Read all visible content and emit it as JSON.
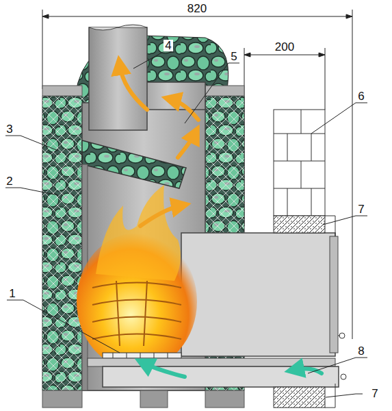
{
  "diagram": {
    "labels": [
      "820",
      "200",
      "4",
      "5",
      "6",
      "3",
      "7",
      "2",
      "1",
      "8",
      "7"
    ]
  }
}
